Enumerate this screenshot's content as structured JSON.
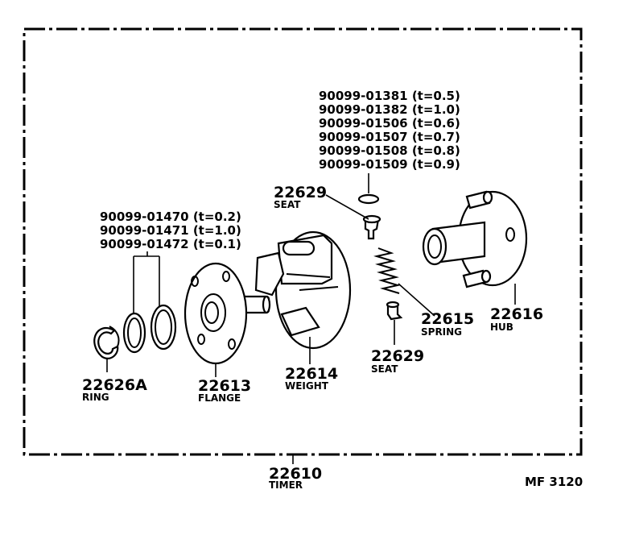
{
  "shims_seat": [
    "90099-01381 (t=0.5)",
    "90099-01382 (t=1.0)",
    "90099-01506 (t=0.6)",
    "90099-01507 (t=0.7)",
    "90099-01508 (t=0.8)",
    "90099-01509 (t=0.9)"
  ],
  "shims_flange": [
    "90099-01470 (t=0.2)",
    "90099-01471 (t=1.0)",
    "90099-01472 (t=0.1)"
  ],
  "parts": {
    "seat_top": {
      "number": "22629",
      "name": "SEAT"
    },
    "seat_bottom": {
      "number": "22629",
      "name": "SEAT"
    },
    "spring": {
      "number": "22615",
      "name": "SPRING"
    },
    "hub": {
      "number": "22616",
      "name": "HUB"
    },
    "ring": {
      "number": "22626A",
      "name": "RING"
    },
    "flange": {
      "number": "22613",
      "name": "FLANGE"
    },
    "weight": {
      "number": "22614",
      "name": "WEIGHT"
    },
    "timer": {
      "number": "22610",
      "name": "TIMER"
    }
  },
  "figure_code": "MF 3120"
}
